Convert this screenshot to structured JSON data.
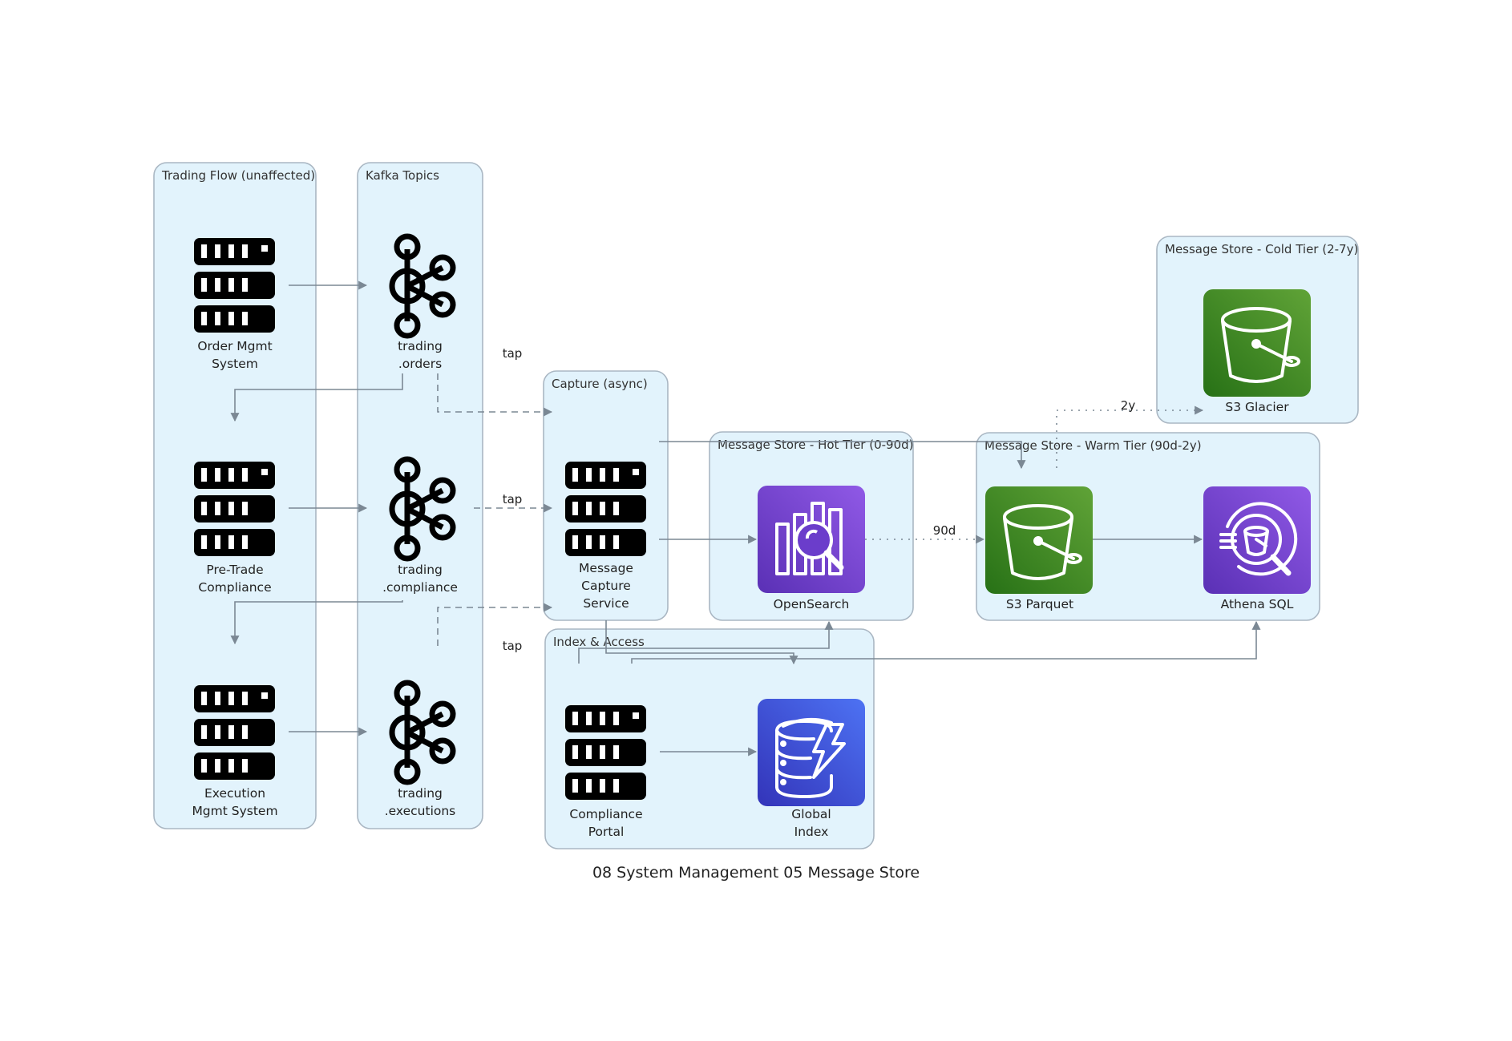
{
  "title": "08 System Management 05 Message Store",
  "clusters": {
    "trading": "Trading Flow (unaffected)",
    "kafka": "Kafka Topics",
    "capture": "Capture (async)",
    "hot": "Message Store - Hot Tier (0-90d)",
    "warm": "Message Store - Warm Tier (90d-2y)",
    "cold": "Message Store - Cold Tier (2-7y)",
    "index": "Index & Access"
  },
  "nodes": {
    "oms": {
      "line1": "Order Mgmt",
      "line2": "System",
      "icon": "server-icon"
    },
    "ptc": {
      "line1": "Pre-Trade",
      "line2": "Compliance",
      "icon": "server-icon"
    },
    "ems": {
      "line1": "Execution",
      "line2": "Mgmt System",
      "icon": "server-icon"
    },
    "t_orders": {
      "line1": "trading",
      "line2": ".orders",
      "icon": "kafka-icon"
    },
    "t_compliance": {
      "line1": "trading",
      "line2": ".compliance",
      "icon": "kafka-icon"
    },
    "t_exec": {
      "line1": "trading",
      "line2": ".executions",
      "icon": "kafka-icon"
    },
    "mcs": {
      "line1": "Message",
      "line2": "Capture",
      "line3": "Service",
      "icon": "server-icon"
    },
    "opensearch": {
      "line1": "OpenSearch",
      "icon": "opensearch-icon"
    },
    "s3parquet": {
      "line1": "S3 Parquet",
      "icon": "s3-bucket-icon"
    },
    "athena": {
      "line1": "Athena SQL",
      "icon": "athena-icon"
    },
    "glacier": {
      "line1": "S3 Glacier",
      "icon": "s3-bucket-icon"
    },
    "portal": {
      "line1": "Compliance",
      "line2": "Portal",
      "icon": "server-icon"
    },
    "gindex": {
      "line1": "Global",
      "line2": "Index",
      "icon": "dynamodb-icon"
    }
  },
  "edges": {
    "tap1": "tap",
    "tap2": "tap",
    "tap3": "tap",
    "age90": "90d",
    "age2y": "2y"
  },
  "colors": {
    "cluster_fill": "#e2f3fc",
    "cluster_stroke": "#aab7c3",
    "edge": "#7b8894",
    "purple_top": "#9059e6",
    "purple_bottom": "#5a30b5",
    "green_top": "#60a337",
    "green_bottom": "#277116",
    "blue_top": "#4d72f3",
    "blue_bottom": "#3334b9"
  }
}
